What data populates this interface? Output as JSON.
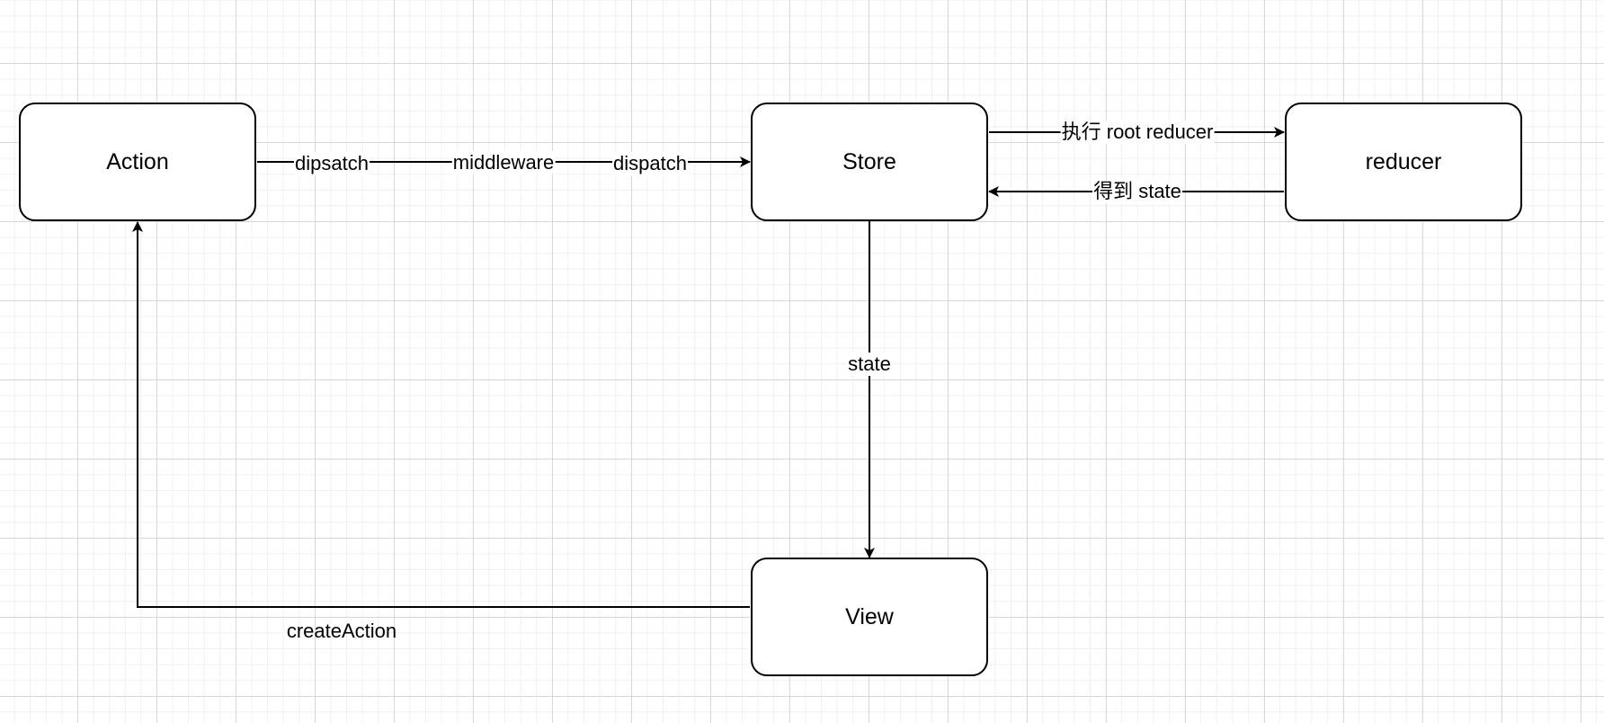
{
  "nodes": {
    "action": "Action",
    "store": "Store",
    "reducer": "reducer",
    "view": "View"
  },
  "edges": {
    "action_to_store": [
      "dipsatch",
      "middleware",
      "dispatch"
    ],
    "store_to_reducer": "执行 root reducer",
    "reducer_to_store": "得到 state",
    "store_to_view": "state",
    "view_to_action": "createAction"
  },
  "colors": {
    "stroke": "#000000",
    "node_fill": "#ffffff",
    "grid_major": "#d9d9d9",
    "grid_minor": "#f0f0f0"
  }
}
